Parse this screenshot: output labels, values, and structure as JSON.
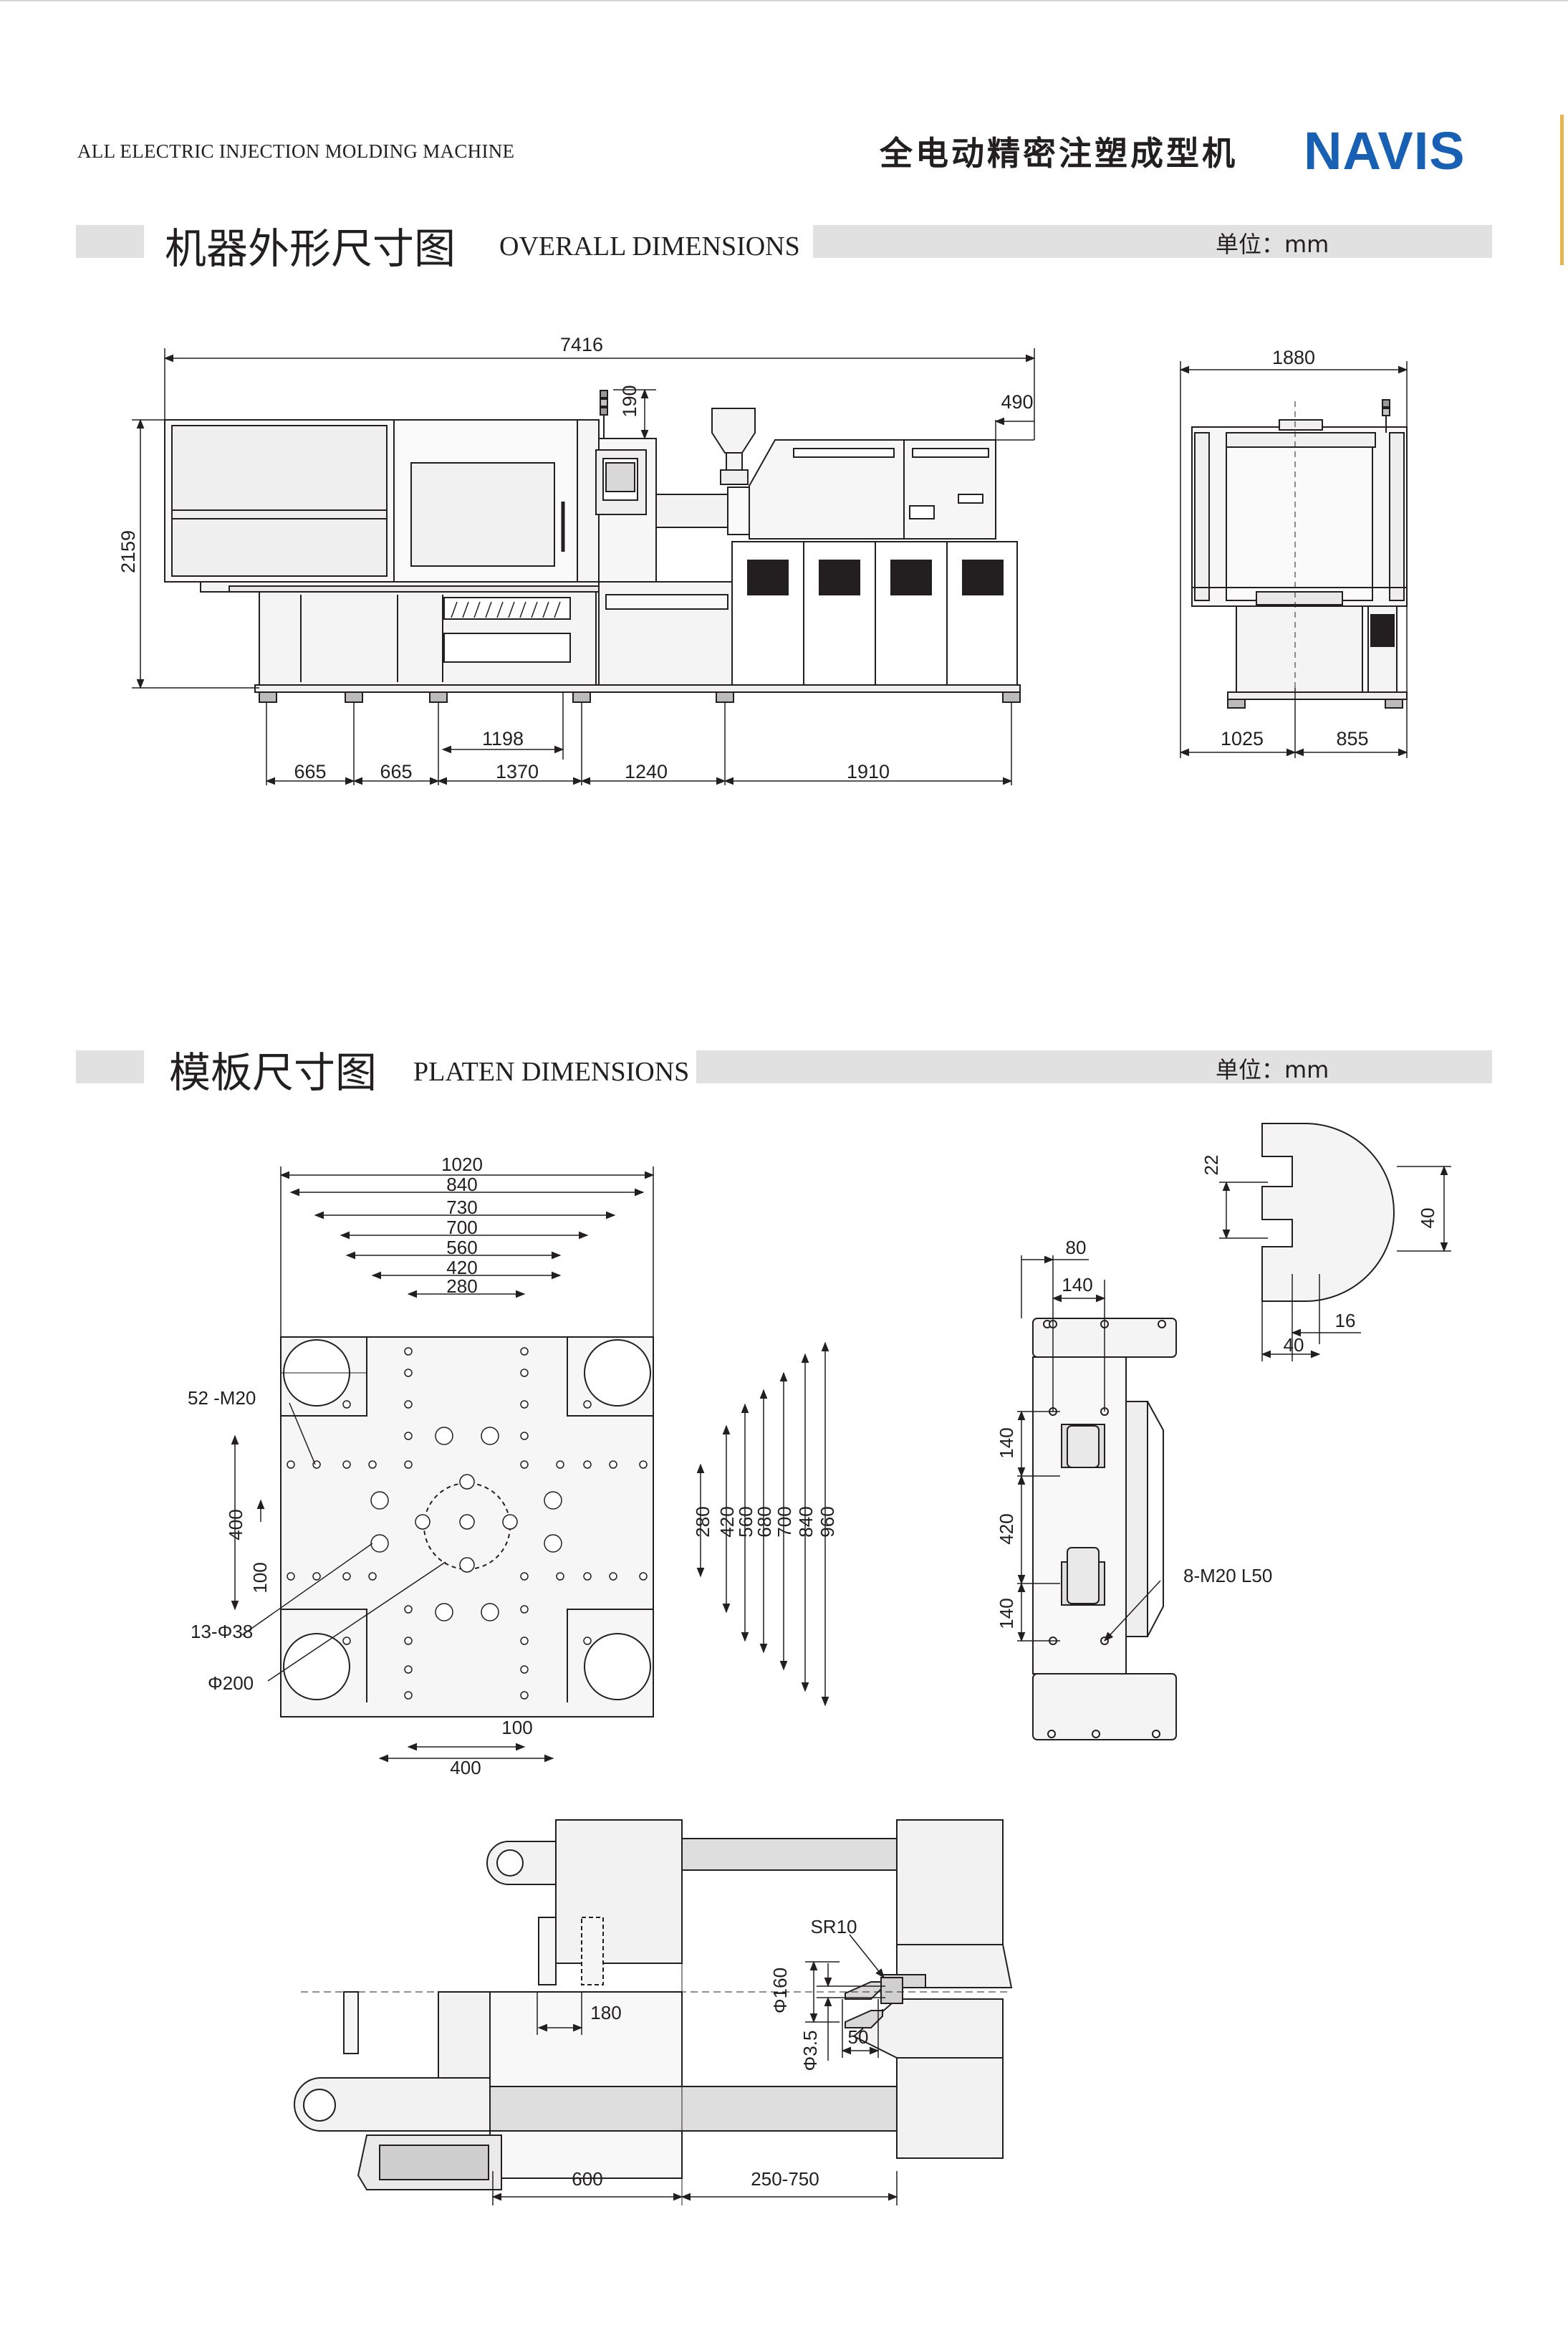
{
  "header": {
    "left_title": "ALL ELECTRIC INJECTION MOLDING MACHINE",
    "right_title": "全电动精密注塑成型机",
    "logo": "NAVIS",
    "logo_color": "#1760b4"
  },
  "section1": {
    "title_cn": "机器外形尺寸图",
    "title_en": "OVERALL DIMENSIONS",
    "unit": "单位：mm"
  },
  "section2": {
    "title_cn": "模板尺寸图",
    "title_en": "PLATEN DIMENSIONS",
    "unit": "单位：mm"
  },
  "overall": {
    "total_length": "7416",
    "height": "2159",
    "top_h": "190",
    "right_offset": "490",
    "base": [
      "665",
      "665",
      "1370",
      "1240",
      "1910"
    ],
    "inner": "1198",
    "side_width": "1880",
    "side_left": "1025",
    "side_right": "855"
  },
  "platen": {
    "h_dims": [
      "1020",
      "840",
      "730",
      "700",
      "560",
      "420",
      "280"
    ],
    "v_dims": [
      "280",
      "420",
      "560",
      "680",
      "700",
      "840",
      "960"
    ],
    "label_tap": "52 -M20",
    "label_holes": "13-Φ38",
    "label_ring": "Φ200",
    "d400_v": "400",
    "d100_v": "100",
    "d100_h": "100",
    "d400_h": "400",
    "slot_22": "22",
    "slot_40v": "40",
    "slot_16": "16",
    "slot_40h": "40",
    "side_80": "80",
    "side_140_top": "140",
    "side_140_a": "140",
    "side_420": "420",
    "side_140_b": "140",
    "side_label": "8-M20 L50"
  },
  "section_view": {
    "sr": "SR10",
    "phi160": "Φ160",
    "phi35": "Φ3.5",
    "d50": "50",
    "d180": "180",
    "d600": "600",
    "stroke": "250-750"
  }
}
